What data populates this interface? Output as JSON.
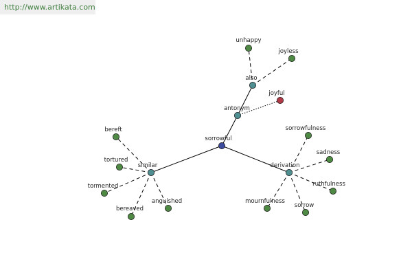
{
  "site_link": "http://www.artikata.com",
  "colors": {
    "root": "#3b4a9c",
    "relation": "#4f8f92",
    "leaf": "#4f8a45",
    "antonym": "#b23b47",
    "edge": "#000000"
  },
  "nodes": [
    {
      "id": "sorrowful",
      "label": "sorrowful",
      "kind": "root"
    },
    {
      "id": "antonym",
      "label": "antonym",
      "kind": "relation"
    },
    {
      "id": "also",
      "label": "also",
      "kind": "relation"
    },
    {
      "id": "similar",
      "label": "similar",
      "kind": "relation"
    },
    {
      "id": "derivation",
      "label": "derivation",
      "kind": "relation"
    },
    {
      "id": "unhappy",
      "label": "unhappy",
      "kind": "leaf"
    },
    {
      "id": "joyless",
      "label": "joyless",
      "kind": "leaf"
    },
    {
      "id": "joyful",
      "label": "joyful",
      "kind": "antonym"
    },
    {
      "id": "bereft",
      "label": "bereft",
      "kind": "leaf"
    },
    {
      "id": "tortured",
      "label": "tortured",
      "kind": "leaf"
    },
    {
      "id": "tormented",
      "label": "tormented",
      "kind": "leaf"
    },
    {
      "id": "bereaved",
      "label": "bereaved",
      "kind": "leaf"
    },
    {
      "id": "anguished",
      "label": "anguished",
      "kind": "leaf"
    },
    {
      "id": "sorrowfulness",
      "label": "sorrowfulness",
      "kind": "leaf"
    },
    {
      "id": "sadness",
      "label": "sadness",
      "kind": "leaf"
    },
    {
      "id": "ruthfulness",
      "label": "ruthfulness",
      "kind": "leaf"
    },
    {
      "id": "sorrow",
      "label": "sorrow",
      "kind": "leaf"
    },
    {
      "id": "mournfulness",
      "label": "mournfulness",
      "kind": "leaf"
    }
  ],
  "edges": [
    {
      "from": "sorrowful",
      "to": "antonym",
      "style": "solid"
    },
    {
      "from": "sorrowful",
      "to": "similar",
      "style": "solid"
    },
    {
      "from": "sorrowful",
      "to": "derivation",
      "style": "solid"
    },
    {
      "from": "antonym",
      "to": "also",
      "style": "solid"
    },
    {
      "from": "antonym",
      "to": "joyful",
      "style": "dotted"
    },
    {
      "from": "also",
      "to": "unhappy",
      "style": "dashed"
    },
    {
      "from": "also",
      "to": "joyless",
      "style": "dashed"
    },
    {
      "from": "similar",
      "to": "bereft",
      "style": "dashed"
    },
    {
      "from": "similar",
      "to": "tortured",
      "style": "dashed"
    },
    {
      "from": "similar",
      "to": "tormented",
      "style": "dashed"
    },
    {
      "from": "similar",
      "to": "bereaved",
      "style": "dashed"
    },
    {
      "from": "similar",
      "to": "anguished",
      "style": "dashed"
    },
    {
      "from": "derivation",
      "to": "sorrowfulness",
      "style": "dashed"
    },
    {
      "from": "derivation",
      "to": "sadness",
      "style": "dashed"
    },
    {
      "from": "derivation",
      "to": "ruthfulness",
      "style": "dashed"
    },
    {
      "from": "derivation",
      "to": "sorrow",
      "style": "dashed"
    },
    {
      "from": "derivation",
      "to": "mournfulness",
      "style": "dashed"
    }
  ]
}
